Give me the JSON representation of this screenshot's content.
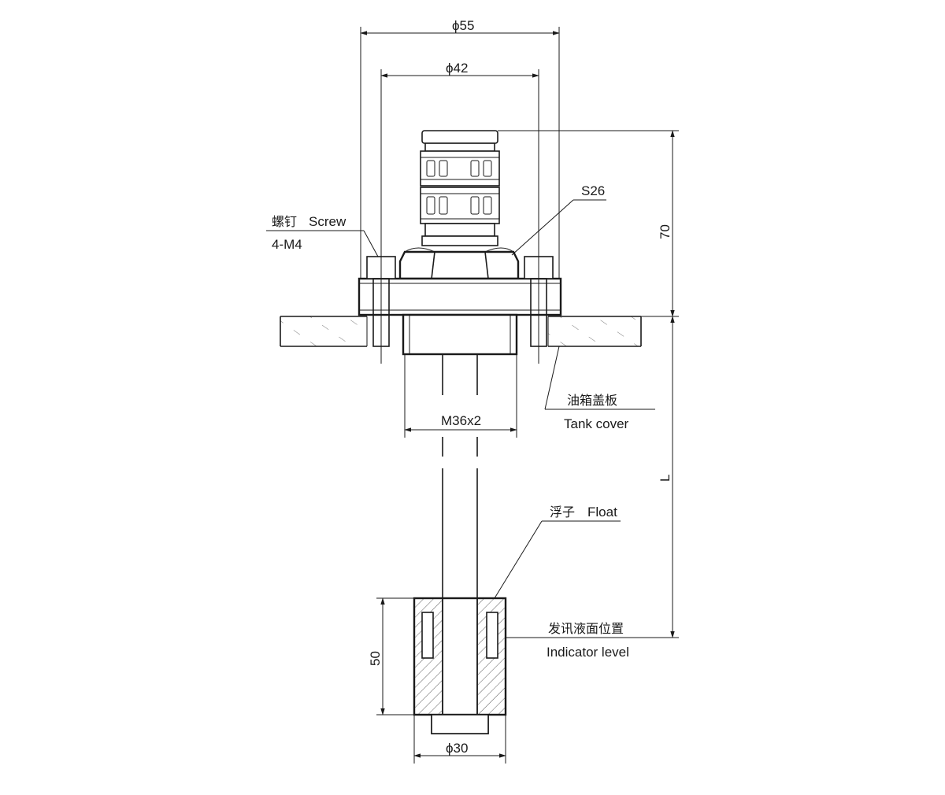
{
  "dimensions": {
    "phi55": "ϕ55",
    "phi42": "ϕ42",
    "phi30": "ϕ30",
    "s26": "S26",
    "h70": "70",
    "hL": "L",
    "h50": "50",
    "thread": "M36x2"
  },
  "callouts": {
    "screw_cn": "螺钉",
    "screw_en": "Screw",
    "screw_spec": "4-M4",
    "tank_cn": "油箱盖板",
    "tank_en": "Tank cover",
    "float_cn": "浮子",
    "float_en": "Float",
    "indicator_cn": "发讯液面位置",
    "indicator_en": "Indicator level"
  }
}
